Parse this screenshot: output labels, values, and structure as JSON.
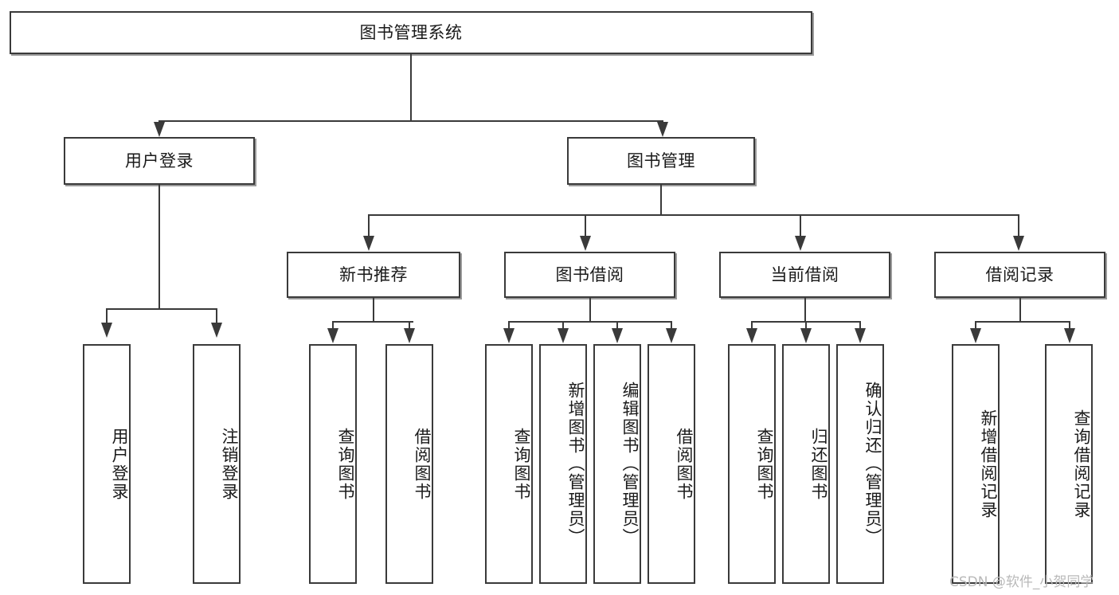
{
  "diagram": {
    "title": "图书管理系统",
    "type": "tree-hierarchy-diagram",
    "root": {
      "label": "图书管理系统"
    },
    "level2": [
      {
        "label": "用户登录"
      },
      {
        "label": "图书管理"
      }
    ],
    "level3": [
      {
        "label": "新书推荐"
      },
      {
        "label": "图书借阅"
      },
      {
        "label": "当前借阅"
      },
      {
        "label": "借阅记录"
      }
    ],
    "leaves": {
      "user_login": [
        {
          "label": "用户登录"
        },
        {
          "label": "注销登录"
        }
      ],
      "new_book_recommend": [
        {
          "label": "查询图书"
        },
        {
          "label": "借阅图书"
        }
      ],
      "book_borrow": [
        {
          "label": "查询图书"
        },
        {
          "label": "新增图书（管理员）"
        },
        {
          "label": "编辑图书（管理员）"
        },
        {
          "label": "借阅图书"
        }
      ],
      "current_borrow": [
        {
          "label": "查询图书"
        },
        {
          "label": "归还图书"
        },
        {
          "label": "确认归还（管理员）"
        }
      ],
      "borrow_record": [
        {
          "label": "新增借阅记录"
        },
        {
          "label": "查询借阅记录"
        }
      ]
    }
  },
  "watermark": {
    "text": "CSDN @软件_小贺同学"
  },
  "colors": {
    "stroke": "#3a3a3a",
    "fill": "#ffffff",
    "text": "#1a1a1a",
    "watermark": "#b9b9b9"
  }
}
